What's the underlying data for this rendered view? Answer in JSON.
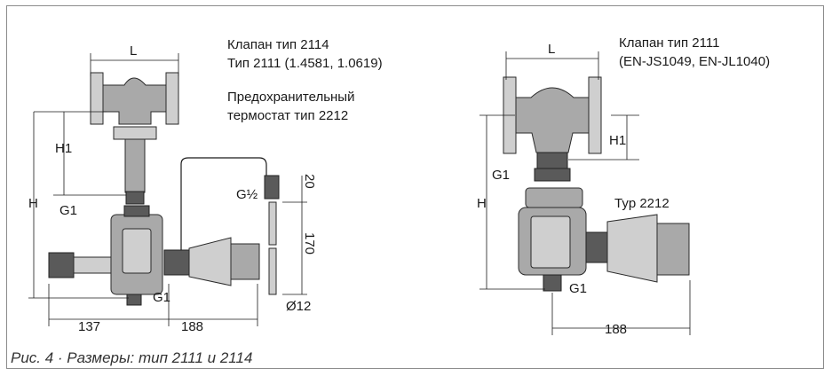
{
  "left_view": {
    "title_line1": "Клапан тип 2114",
    "title_line2": "Тип 2111 (1.4581, 1.0619)",
    "thermostat_line1": "Предохранительный",
    "thermostat_line2": "термостат тип 2212",
    "dim_L": "L",
    "dim_H1": "H1",
    "dim_H": "H",
    "dim_G1_top": "G1",
    "dim_G1_bottom": "G1",
    "dim_G_half": "G½",
    "dim_20": "20",
    "dim_170": "170",
    "dim_d12": "Ø12",
    "dim_137": "137",
    "dim_188": "188"
  },
  "right_view": {
    "title_line1": "Клапан тип 2111",
    "title_line2": "(EN-JS1049, EN-JL1040)",
    "dim_L": "L",
    "dim_H1": "H1",
    "dim_H": "H",
    "dim_G1_top": "G1",
    "dim_G1_bottom": "G1",
    "typ_label": "Typ 2212",
    "dim_188": "188"
  },
  "caption": "Рис. 4 · Размеры: тип 2111 и 2114"
}
